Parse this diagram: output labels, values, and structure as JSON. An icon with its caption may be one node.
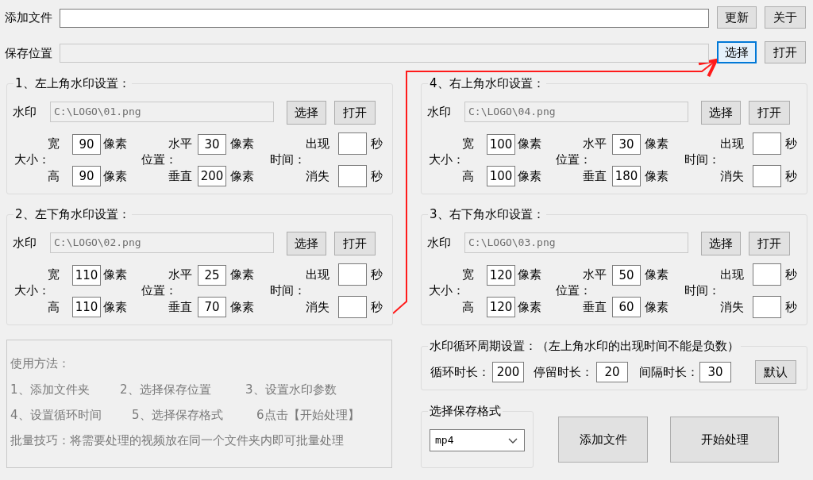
{
  "diagram": {
    "nodes": [
      {
        "text": [],
        "shape": "box"
      },
      {
        "text": [
          "更新"
        ]
      },
      {
        "text": [
          "关于"
        ]
      },
      {
        "text": [],
        "shape": "box"
      },
      {
        "text": [
          "选择"
        ]
      },
      {
        "text": [
          "打开"
        ]
      },
      {
        "text": [
          "1、左上角水印设置："
        ]
      },
      {
        "text": [
          "C:\\LOGO\\01.png"
        ],
        "in": 6
      },
      {
        "text": [
          "选择"
        ],
        "in": 6
      },
      {
        "text": [
          "打开"
        ],
        "in": 6
      },
      {
        "text": [
          "90"
        ],
        "in": 6
      },
      {
        "text": [
          "30"
        ],
        "in": 6
      },
      {
        "text": [],
        "shape": "box",
        "in": 6
      },
      {
        "text": [
          "90"
        ],
        "in": 6
      },
      {
        "text": [
          "200"
        ],
        "in": 6
      },
      {
        "text": [],
        "shape": "box",
        "in": 6
      },
      {
        "text": [
          "4、右上角水印设置："
        ]
      },
      {
        "text": [
          "C:\\LOGO\\04.png"
        ],
        "in": 16
      },
      {
        "text": [
          "选择"
        ],
        "in": 16
      },
      {
        "text": [
          "打开"
        ],
        "in": 16
      },
      {
        "text": [
          "100"
        ],
        "in": 16
      },
      {
        "text": [
          "30"
        ],
        "in": 16
      },
      {
        "text": [],
        "shape": "box",
        "in": 16
      },
      {
        "text": [
          "100"
        ],
        "in": 16
      },
      {
        "text": [
          "180"
        ],
        "in": 16
      },
      {
        "text": [],
        "shape": "box",
        "in": 16
      },
      {
        "text": [
          "2、左下角水印设置："
        ]
      },
      {
        "text": [
          "C:\\LOGO\\02.png"
        ],
        "in": 26
      },
      {
        "text": [
          "选择"
        ],
        "in": 26
      },
      {
        "text": [
          "打开"
        ],
        "in": 26
      },
      {
        "text": [
          "110"
        ],
        "in": 26
      },
      {
        "text": [
          "25"
        ],
        "in": 26
      },
      {
        "text": [],
        "shape": "box",
        "in": 26
      },
      {
        "text": [
          "110"
        ],
        "in": 26
      },
      {
        "text": [
          "70"
        ],
        "in": 26
      },
      {
        "text": [],
        "shape": "box",
        "in": 26
      },
      {
        "text": [
          "3、右下角水印设置："
        ]
      },
      {
        "text": [
          "C:\\LOGO\\03.png"
        ],
        "in": 36
      },
      {
        "text": [
          "选择"
        ],
        "in": 36
      },
      {
        "text": [
          "打开"
        ],
        "in": 36
      },
      {
        "text": [
          "120"
        ],
        "in": 36
      },
      {
        "text": [
          "50"
        ],
        "in": 36
      },
      {
        "text": [],
        "shape": "box",
        "in": 36
      },
      {
        "text": [
          "120"
        ],
        "in": 36
      },
      {
        "text": [
          "60"
        ],
        "in": 36
      },
      {
        "text": [],
        "shape": "box",
        "in": 36
      },
      {
        "text": [
          "使用方法：",
          "1、添加文件夹",
          "2、选择保存位置",
          "3、设置水印参数",
          "4、设置循环时间",
          "5、选择保存格式",
          "6点击【开始处理】",
          "批量技巧：将需要处理的视频放在同一个文件夹内即可批量处理"
        ]
      },
      {
        "text": [
          "水印循环周期设置：（左上角水印的出现时间不能是负数）"
        ]
      },
      {
        "text": [
          "200"
        ],
        "in": 47
      },
      {
        "text": [
          "20"
        ],
        "in": 47
      },
      {
        "text": [
          "30"
        ],
        "in": 47
      },
      {
        "text": [
          "默认"
        ],
        "in": 47
      },
      {
        "text": [
          "选择保存格式"
        ]
      },
      {
        "text": [
          "mp4"
        ],
        "in": 52
      },
      {
        "text": [
          "添加文件"
        ]
      },
      {
        "text": [
          "开始处理"
        ]
      }
    ],
    "edges": [
      {
        "from": 26,
        "to": 4,
        "arrow": "to"
      }
    ],
    "labels": [
      "添加文件",
      "保存位置",
      "水印",
      "宽",
      "像素",
      "水平",
      "像素",
      "出现",
      "秒",
      "大小：",
      "位置：",
      "时间：",
      "高",
      "像素",
      "垂直",
      "像素",
      "消失",
      "秒",
      "水印",
      "宽",
      "像素",
      "水平",
      "像素",
      "出现",
      "秒",
      "大小：",
      "位置：",
      "时间：",
      "高",
      "像素",
      "垂直",
      "像素",
      "消失",
      "秒",
      "水印",
      "宽",
      "像素",
      "水平",
      "像素",
      "出现",
      "秒",
      "大小：",
      "位置：",
      "时间：",
      "高",
      "像素",
      "垂直",
      "像素",
      "消失",
      "秒",
      "水印",
      "宽",
      "像素",
      "水平",
      "像素",
      "出现",
      "秒",
      "大小：",
      "位置：",
      "时间：",
      "高",
      "像素",
      "垂直",
      "像素",
      "消失",
      "秒",
      "循环时长：",
      "停留时长：",
      "间隔时长："
    ]
  }
}
